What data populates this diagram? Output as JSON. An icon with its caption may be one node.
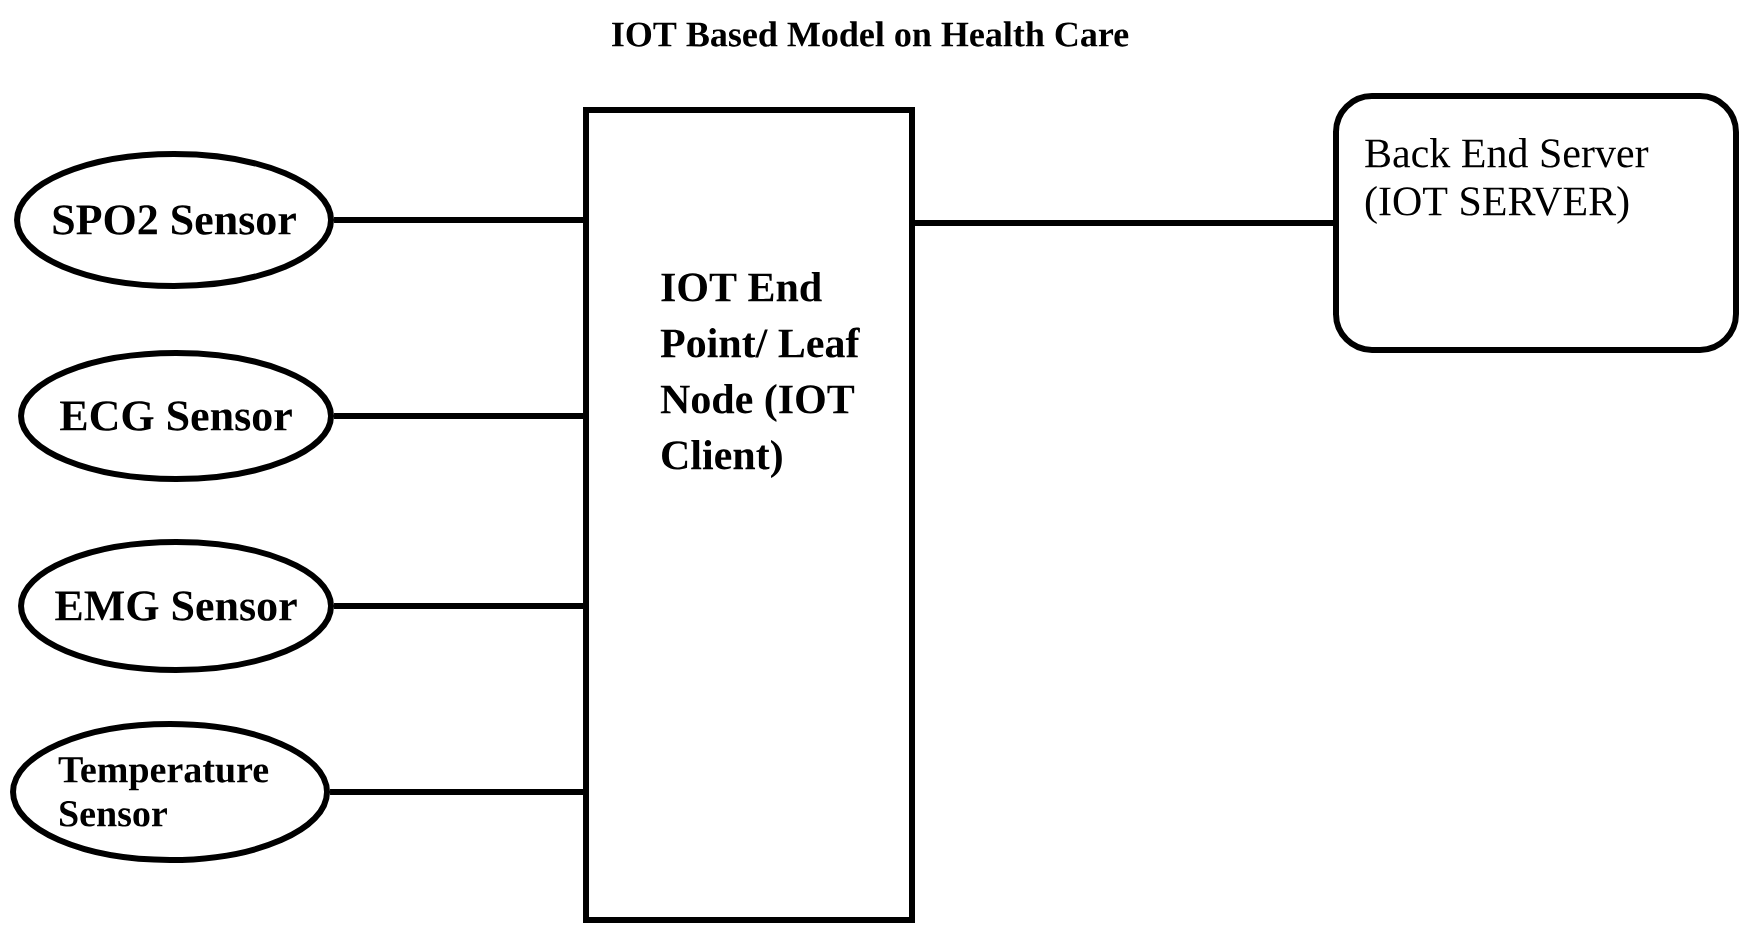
{
  "diagram": {
    "title": "IOT Based  Model on Health Care",
    "nodes": [
      {
        "text": [
          "SPO2 Sensor"
        ]
      },
      {
        "text": [
          "ECG Sensor"
        ]
      },
      {
        "text": [
          "EMG Sensor"
        ]
      },
      {
        "text": [
          "Temperature Sensor"
        ]
      },
      {
        "text": [
          "IOT End Point/ Leaf Node (IOT Client)"
        ]
      },
      {
        "text": [
          "Back End Server (IOT SERVER)"
        ]
      }
    ],
    "edges": [
      {
        "from": 0,
        "to": 4,
        "arrow": "none"
      },
      {
        "from": 1,
        "to": 4,
        "arrow": "none"
      },
      {
        "from": 2,
        "to": 4,
        "arrow": "none"
      },
      {
        "from": 3,
        "to": 4,
        "arrow": "none"
      },
      {
        "from": 4,
        "to": 5,
        "arrow": "none"
      }
    ]
  }
}
